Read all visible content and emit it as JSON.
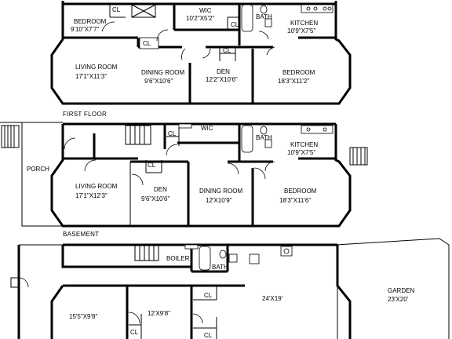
{
  "floors": {
    "first": {
      "title": "FIRST FLOOR"
    },
    "basement": {
      "title": "BASEMENT"
    }
  },
  "top_floor": {
    "bedroom": {
      "name": "BEDROOM",
      "dims": "9'10\"X7'7\""
    },
    "cl_top_left": "CL",
    "wic": {
      "name": "WIC",
      "dims": "10'2\"X5'2\""
    },
    "cl_wic": "CL",
    "bath": "BATH",
    "kitchen": {
      "name": "KITCHEN",
      "dims": "10'9\"X7'5\""
    },
    "cl_mid": "CL",
    "living_room": {
      "name": "LIVING ROOM",
      "dims": "17'1\"X11'3\""
    },
    "dining_room": {
      "name": "DINING ROOM",
      "dims": "9'6\"X10'6\""
    },
    "cl_den": "CL",
    "den": {
      "name": "DEN",
      "dims": "12'2\"X10'6\""
    },
    "bedroom_front": {
      "name": "BEDROOM",
      "dims": "18'3\"X11'2\""
    }
  },
  "first_floor": {
    "wic": "WIC",
    "bath": "BATH",
    "kitchen": {
      "name": "KITCHEN",
      "dims": "10'9\"X7'5\""
    },
    "porch": "PORCH",
    "cl_stair": "CL",
    "cl_den": "CL",
    "living_room": {
      "name": "LIVING ROOM",
      "dims": "17'1\"X12'3\""
    },
    "den": {
      "name": "DEN",
      "dims": "9'6\"X10'6\""
    },
    "dining_room": {
      "name": "DINING ROOM",
      "dims": "12'X10'9\""
    },
    "bedroom": {
      "name": "BEDROOM",
      "dims": "18'3\"X11'6\""
    }
  },
  "basement": {
    "boiler": "BOILER",
    "bath": "BATH",
    "room_left": "15'5\"X9'8\"",
    "room_mid": "12'X9'8\"",
    "cl_a": "CL",
    "cl_b": "CL",
    "cl_c": "CL",
    "room_big": "24'X19'",
    "garden": {
      "name": "GARDEN",
      "dims": "23'X20'"
    }
  }
}
